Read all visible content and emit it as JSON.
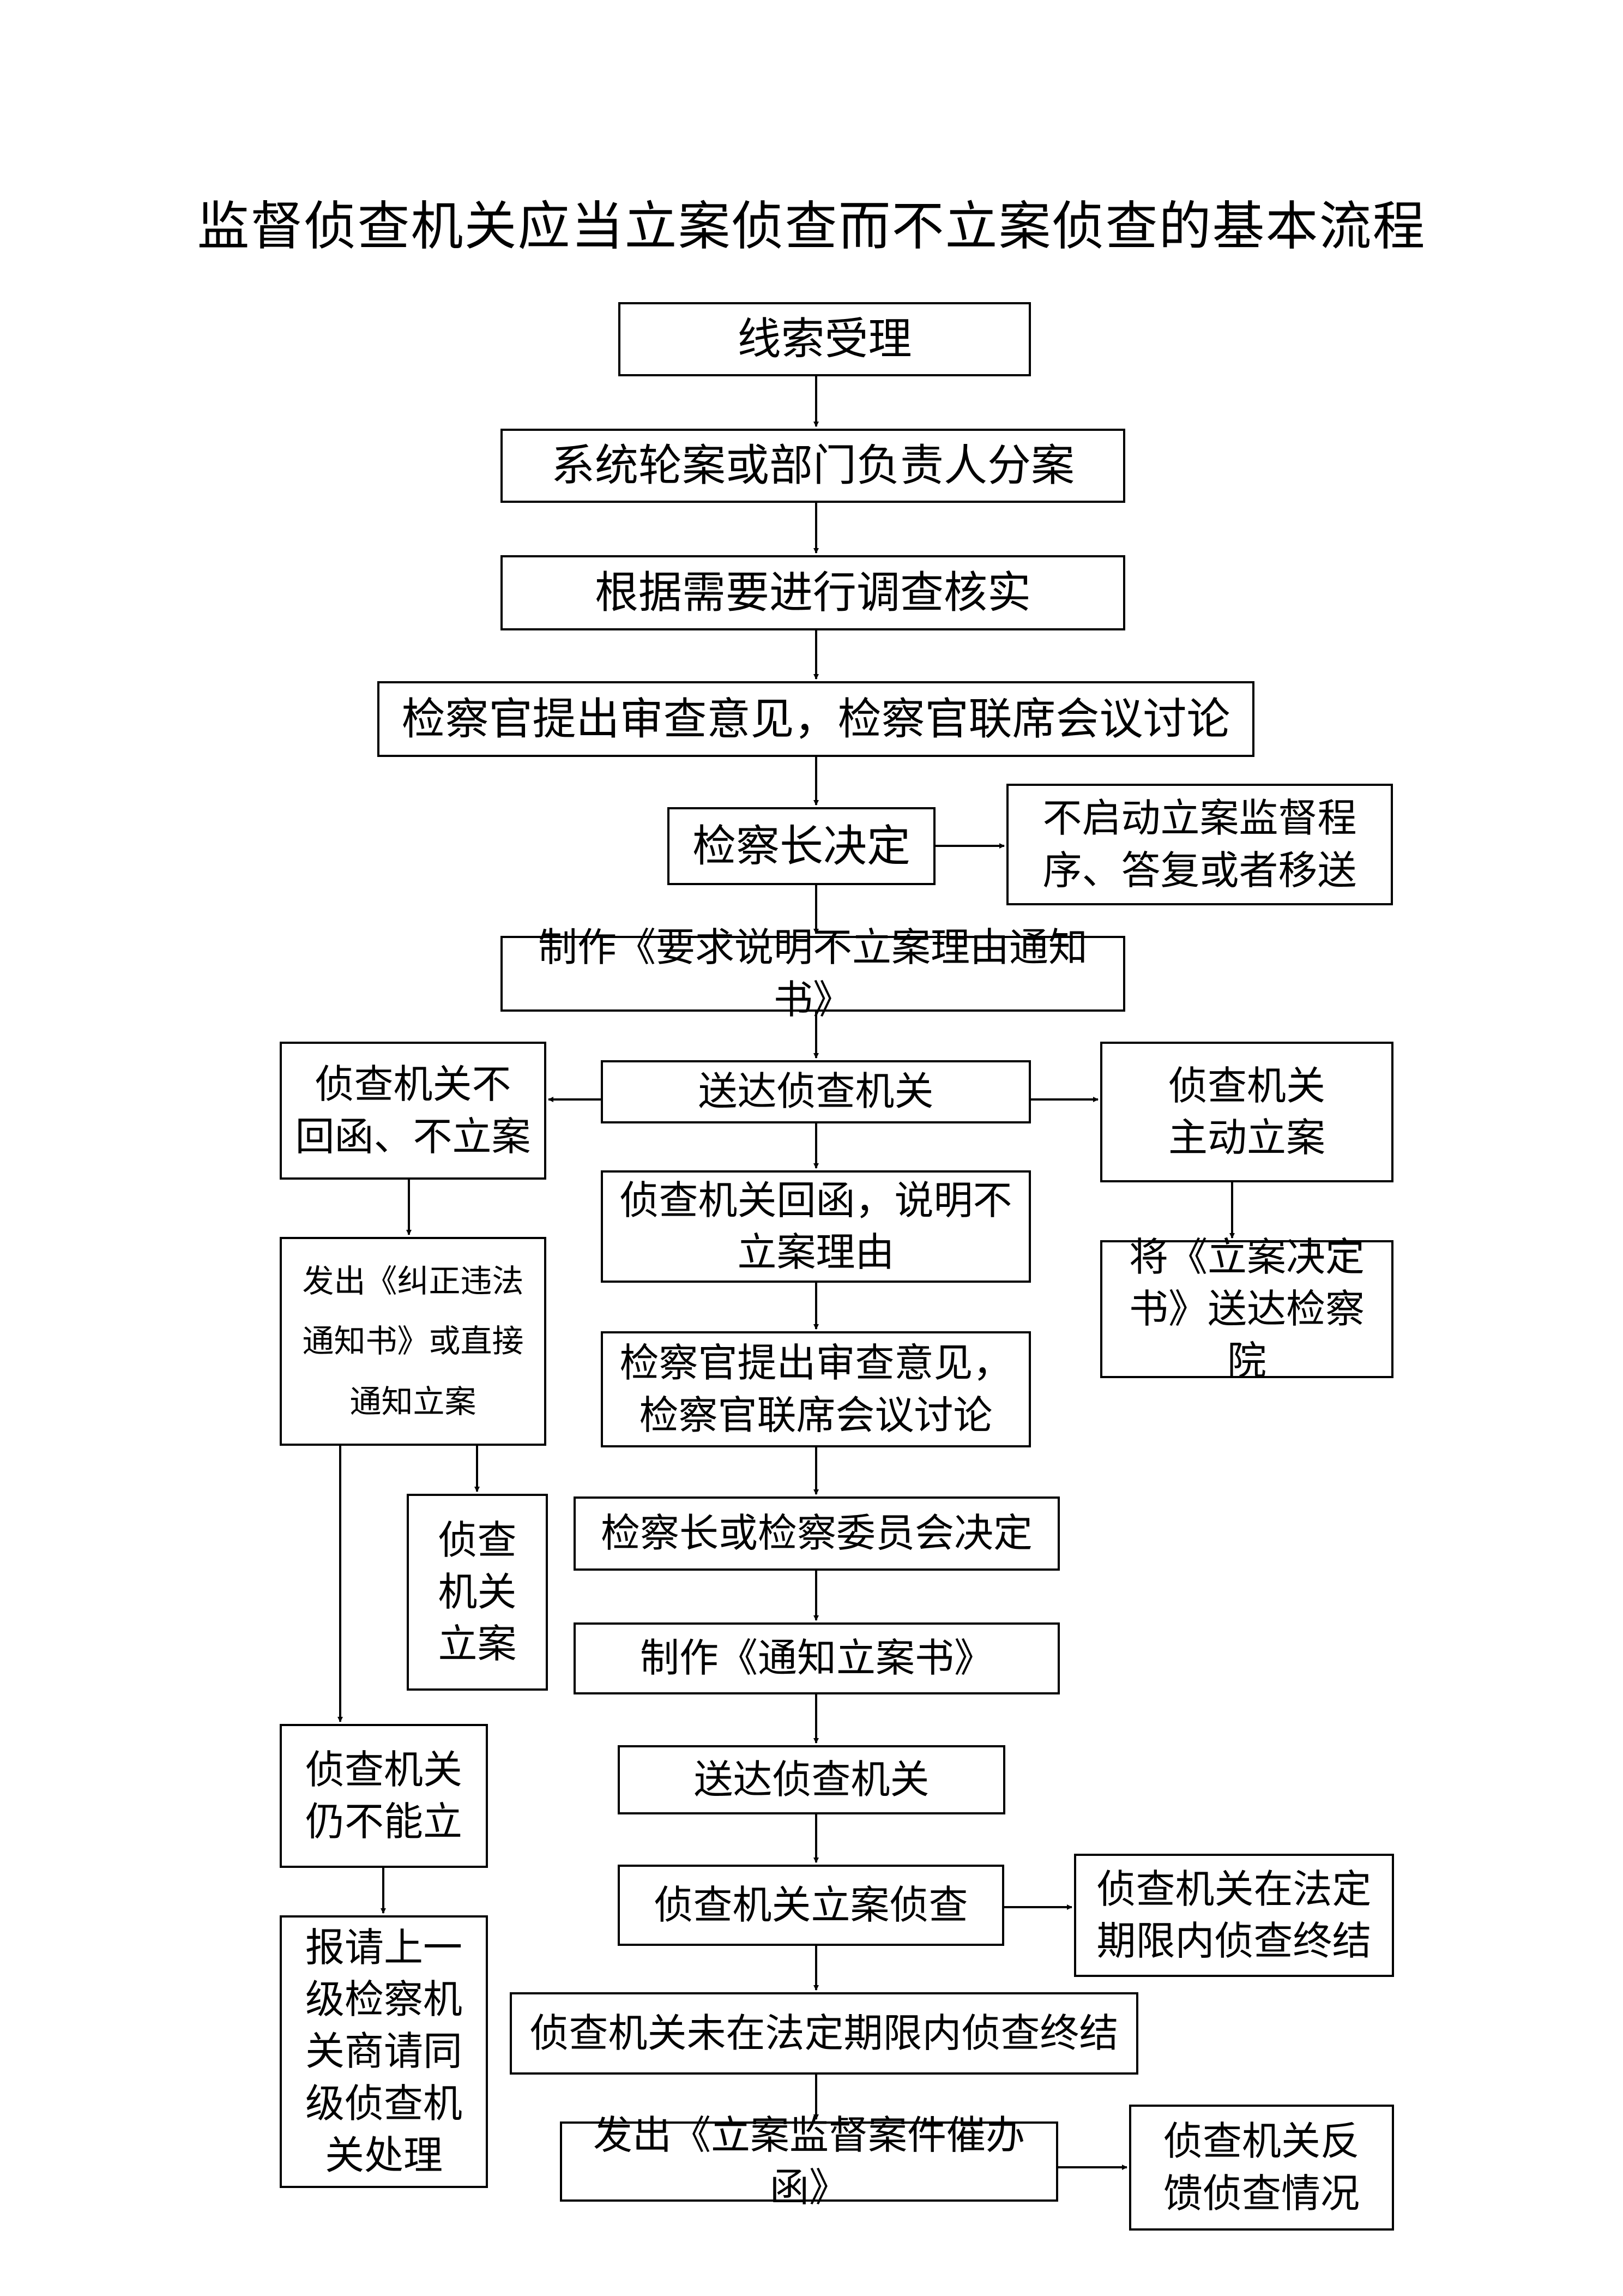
{
  "title": "监督侦查机关应当立案侦查而不立案侦查的基本流程",
  "nodes": {
    "n1": "线索受理",
    "n2": "系统轮案或部门负责人分案",
    "n3": "根据需要进行调查核实",
    "n4": "检察官提出审查意见，检察官联席会议讨论",
    "n5": "检察长决定",
    "n5r": "不启动立案监督程\n序、答复或者移送",
    "n6": "制作《要求说明不立案理由通知书》",
    "n7": "送达侦查机关",
    "l1": "侦查机关不\n回函、不立案",
    "r1": "侦查机关\n主动立案",
    "r2": "将《立案决定\n书》送达检察院",
    "c1": "侦查机关回函，说明不\n立案理由",
    "c2": "检察官提出审查意见，\n检察官联席会议讨论",
    "c3": "检察长或检察委员会决定",
    "c4": "制作《通知立案书》",
    "c5": "送达侦查机关",
    "c6": "侦查机关立案侦查",
    "c6r": "侦查机关在法定\n期限内侦查终结",
    "c7": "侦查机关未在法定期限内侦查终结",
    "c8": "发出《立案监督案件催办函》",
    "c8r": "侦查机关反\n馈侦查情况",
    "l2": "发出《纠正违法\n通知书》或直接\n通知立案",
    "l3": "侦查\n机关\n立案",
    "l4": "侦查机关\n仍不能立",
    "l5": "报请上一\n级检察机\n关商请同\n级侦查机\n关处理"
  }
}
